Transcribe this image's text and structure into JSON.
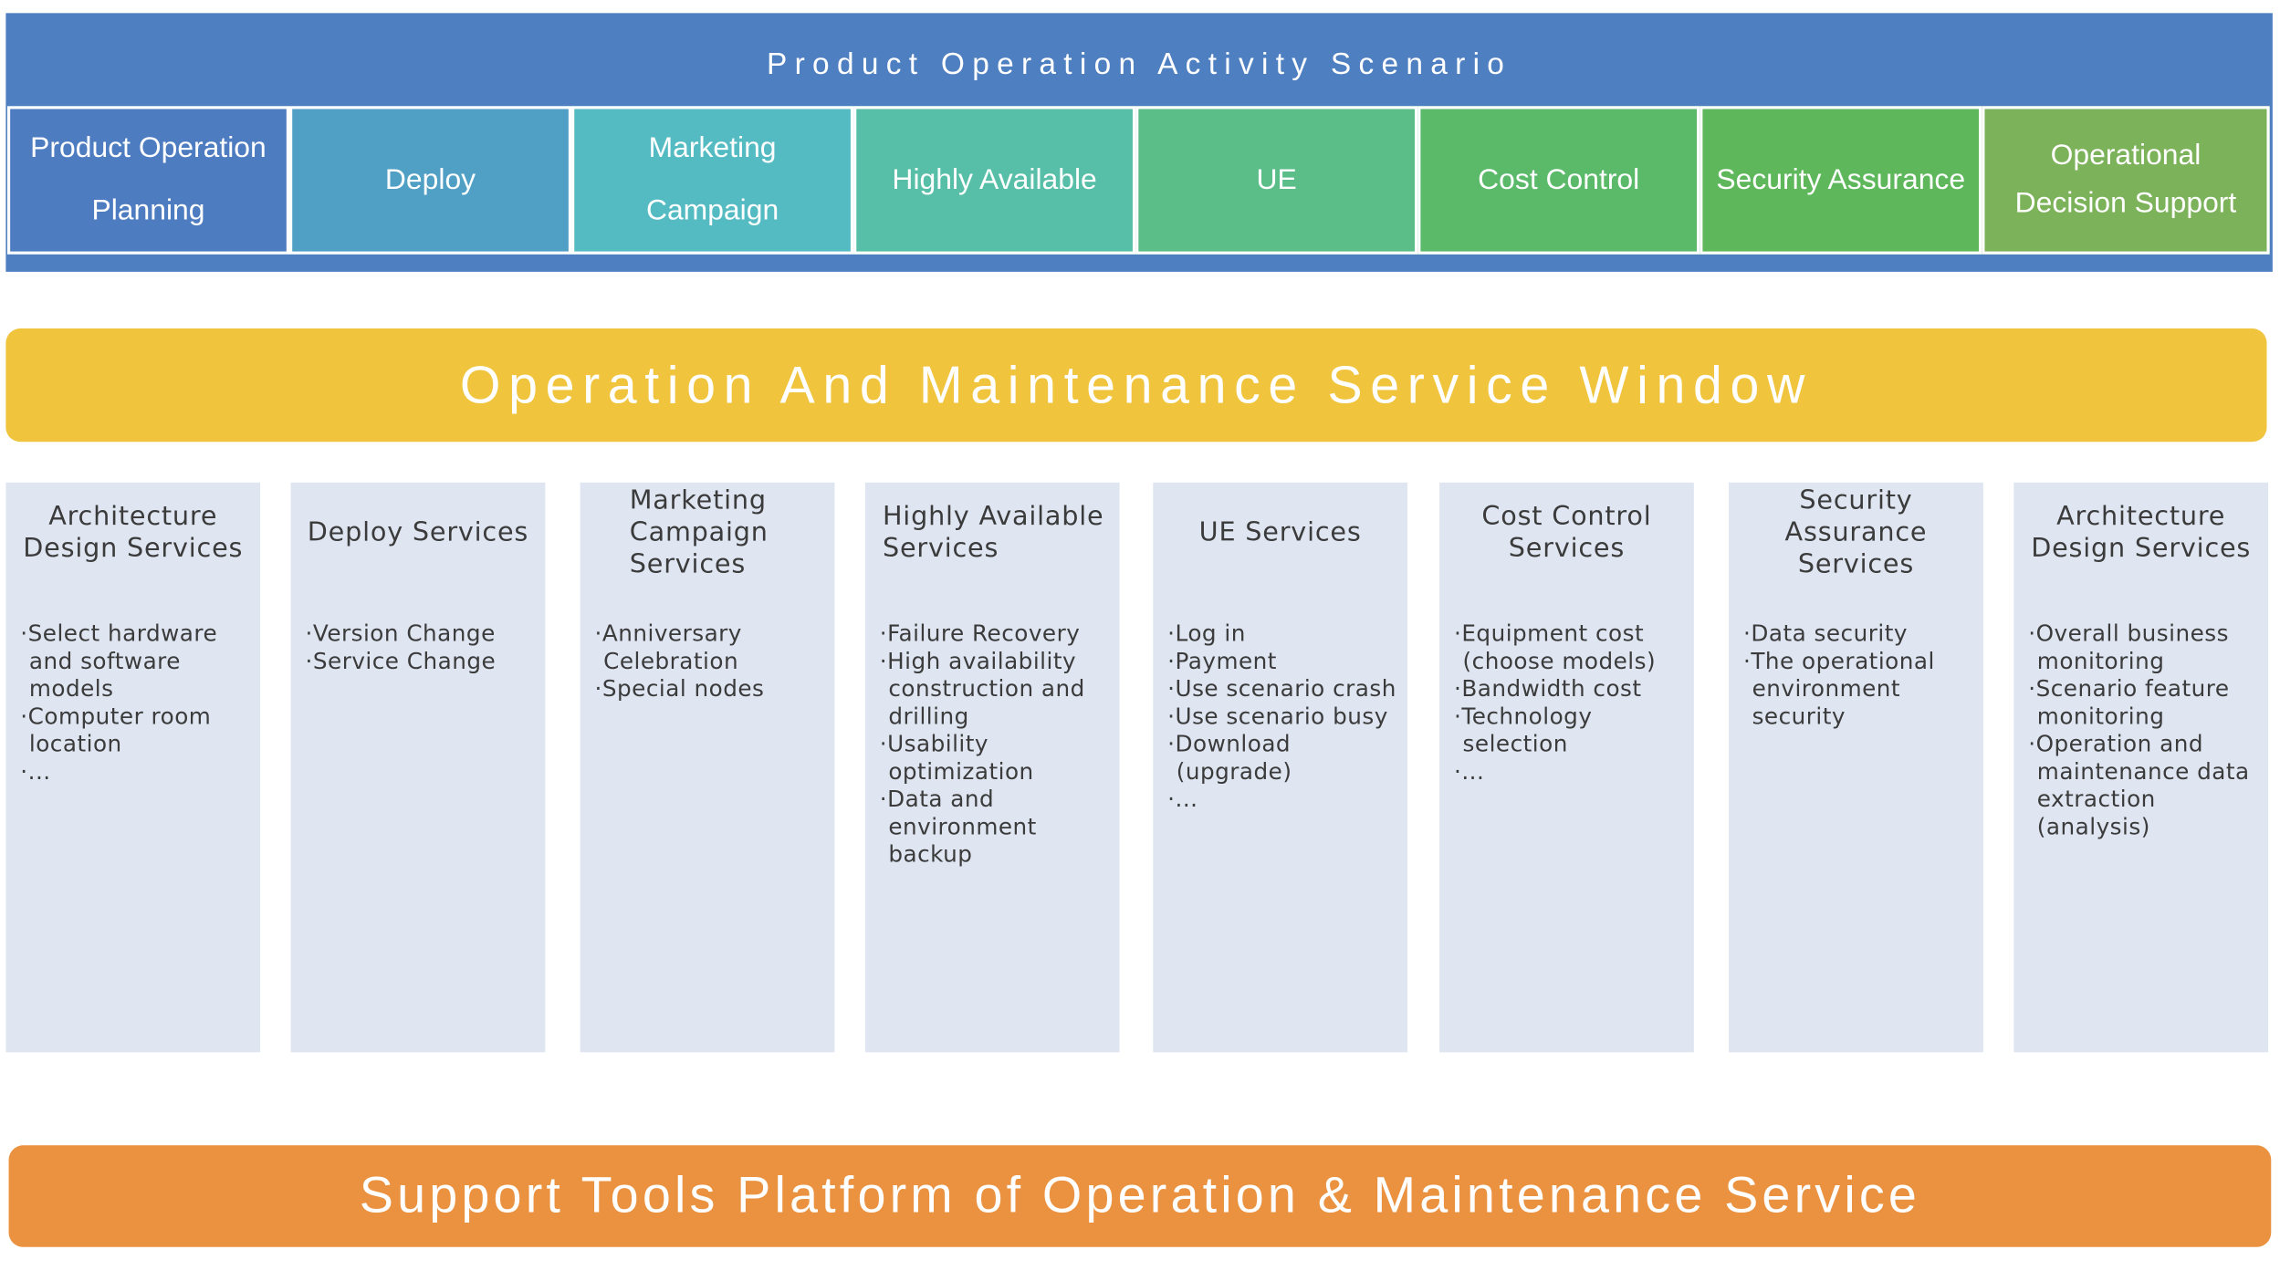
{
  "header": {
    "title": "Product Operation Activity Scenario",
    "scenarios": [
      {
        "label": "Product Operation Planning",
        "color": "#4d7cc0"
      },
      {
        "label": "Deploy",
        "color": "#509fc5"
      },
      {
        "label": "Marketing Campaign",
        "color": "#54bbc3"
      },
      {
        "label": "Highly Available",
        "color": "#57bfa7"
      },
      {
        "label": "UE",
        "color": "#5bbd88"
      },
      {
        "label": "Cost Control",
        "color": "#5aba6a"
      },
      {
        "label": "Security Assurance",
        "color": "#5eb85b"
      },
      {
        "label": "Operational Decision Support",
        "color": "#7cb25a"
      }
    ]
  },
  "om_window": {
    "title": "Operation And Maintenance Service Window",
    "color": "#f1c43d"
  },
  "services": [
    {
      "title": "Architecture Design Services",
      "items": [
        "Select hardware and software models",
        "Computer room location",
        "..."
      ]
    },
    {
      "title": "Deploy Services",
      "items": [
        "Version Change",
        "Service Change"
      ]
    },
    {
      "title": "Marketing Campaign Services",
      "items": [
        "Anniversary Celebration",
        "Special nodes"
      ]
    },
    {
      "title": "Highly Available Services",
      "items": [
        "Failure Recovery",
        "High availability construction  and drilling",
        "Usability optimization",
        "Data and environment backup"
      ]
    },
    {
      "title": "UE Services",
      "items": [
        "Log in",
        "Payment",
        "Use scenario crash",
        "Use scenario busy",
        "Download (upgrade)",
        "..."
      ]
    },
    {
      "title": "Cost Control Services",
      "items": [
        "Equipment  cost (choose models)",
        "Bandwidth  cost",
        "Technology selection",
        "..."
      ]
    },
    {
      "title": "Security Assurance Services",
      "items": [
        "Data security",
        "The operational environment security"
      ]
    },
    {
      "title": "Architecture Design Services",
      "items": [
        "Overall business monitoring",
        "Scenario feature monitoring",
        "Operation and maintenance data extraction (analysis)"
      ]
    }
  ],
  "support": {
    "title": "Support Tools Platform of Operation & Maintenance Service",
    "color": "#ea9240"
  }
}
